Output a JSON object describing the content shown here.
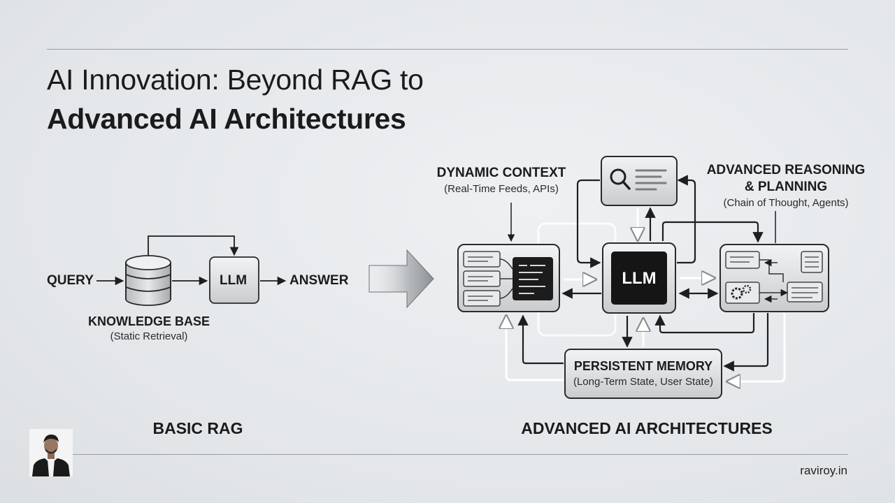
{
  "title": {
    "line1": "AI Innovation: Beyond RAG to",
    "line2": "Advanced AI Architectures"
  },
  "basic_rag": {
    "query": "QUERY",
    "llm": "LLM",
    "answer": "ANSWER",
    "kb_label": "KNOWLEDGE BASE",
    "kb_sub": "(Static Retrieval)",
    "section_label": "BASIC RAG"
  },
  "advanced": {
    "dynamic_label": "DYNAMIC CONTEXT",
    "dynamic_sub": "(Real-Time Feeds, APIs)",
    "reasoning_label_1": "ADVANCED REASONING",
    "reasoning_label_2": "& PLANNING",
    "reasoning_sub": "(Chain of Thought, Agents)",
    "llm": "LLM",
    "memory_label": "PERSISTENT MEMORY",
    "memory_sub": "(Long-Term State, User State)",
    "section_label": "ADVANCED AI ARCHITECTURES"
  },
  "footer": {
    "site": "raviroy.in"
  }
}
